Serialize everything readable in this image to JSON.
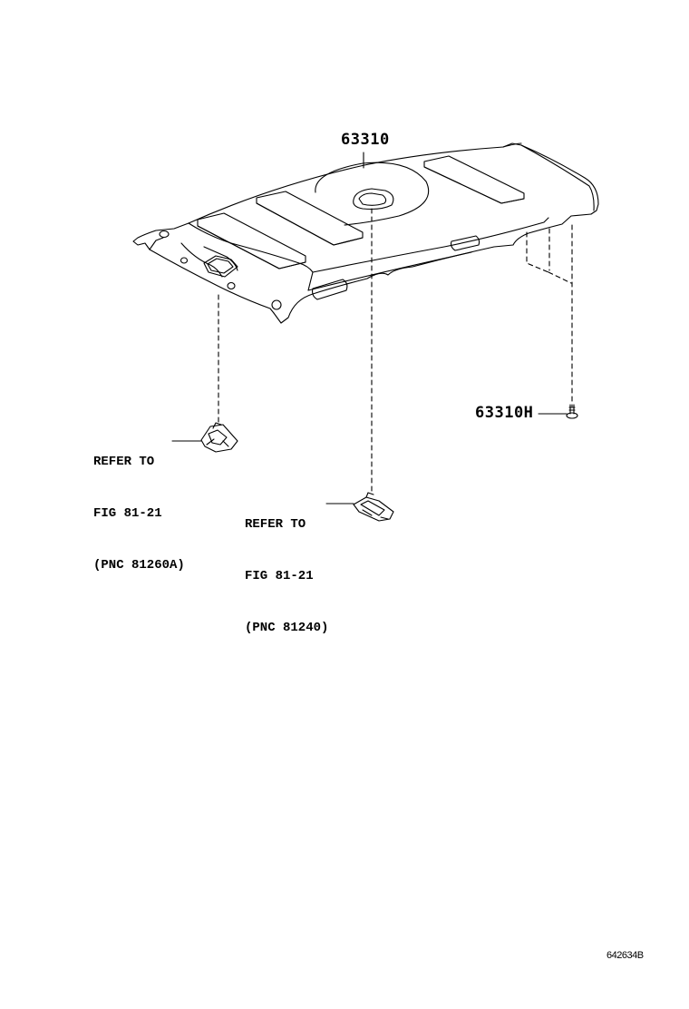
{
  "diagram": {
    "figure_id": "642634B",
    "parts": [
      {
        "part_number": "63310",
        "description_role": "headliner (roof trim) main part"
      },
      {
        "part_number": "63310H",
        "description_role": "clip / fastener"
      }
    ],
    "references": [
      {
        "line1": "REFER TO",
        "line2": "FIG 81-21",
        "line3": "(PNC 81260A)"
      },
      {
        "line1": "REFER TO",
        "line2": "FIG 81-21",
        "line3": "(PNC 81240)"
      }
    ],
    "colors": {
      "line": "#000000",
      "background": "#ffffff"
    }
  }
}
